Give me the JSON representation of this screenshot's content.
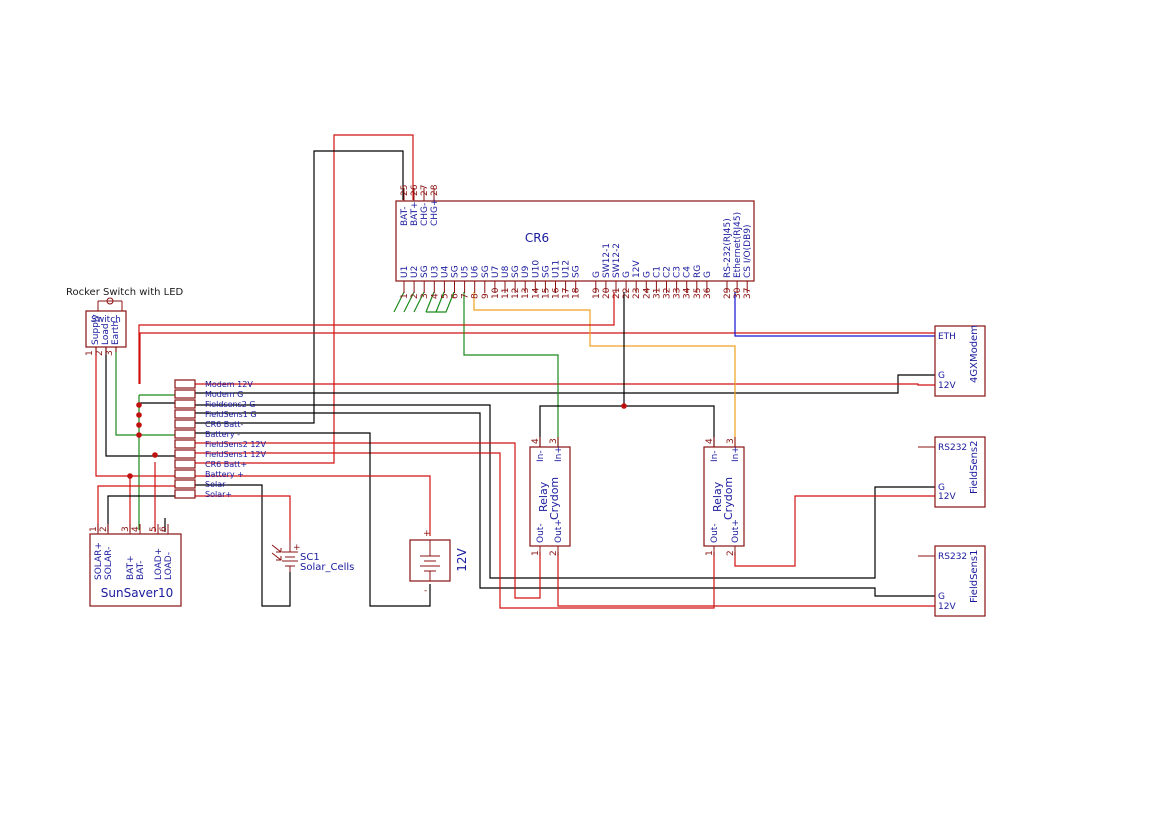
{
  "cr6": {
    "name": "CR6",
    "top_pins": [
      {
        "num": "25",
        "name": "BAT-"
      },
      {
        "num": "26",
        "name": "BAT+"
      },
      {
        "num": "27",
        "name": "CHG-"
      },
      {
        "num": "28",
        "name": "CHG+"
      }
    ],
    "bottom_pins": [
      {
        "num": "1",
        "name": "U1"
      },
      {
        "num": "2",
        "name": "U2"
      },
      {
        "num": "3",
        "name": "SG"
      },
      {
        "num": "4",
        "name": "U3"
      },
      {
        "num": "5",
        "name": "U4"
      },
      {
        "num": "6",
        "name": "SG"
      },
      {
        "num": "7",
        "name": "U5"
      },
      {
        "num": "8",
        "name": "U6"
      },
      {
        "num": "9",
        "name": "SG"
      },
      {
        "num": "10",
        "name": "U7"
      },
      {
        "num": "11",
        "name": "U8"
      },
      {
        "num": "12",
        "name": "SG"
      },
      {
        "num": "13",
        "name": "U9"
      },
      {
        "num": "14",
        "name": "U10"
      },
      {
        "num": "15",
        "name": "SG"
      },
      {
        "num": "16",
        "name": "U11"
      },
      {
        "num": "17",
        "name": "U12"
      },
      {
        "num": "18",
        "name": "SG"
      },
      {
        "num": "19",
        "name": "G"
      },
      {
        "num": "20",
        "name": "SW12-1"
      },
      {
        "num": "21",
        "name": "SW12-2"
      },
      {
        "num": "22",
        "name": "G"
      },
      {
        "num": "23",
        "name": "12V"
      },
      {
        "num": "24",
        "name": "G"
      },
      {
        "num": "31",
        "name": "C1"
      },
      {
        "num": "32",
        "name": "C2"
      },
      {
        "num": "33",
        "name": "C3"
      },
      {
        "num": "34",
        "name": "C4"
      },
      {
        "num": "35",
        "name": "RG"
      },
      {
        "num": "36",
        "name": "G"
      },
      {
        "num": "29",
        "name": "RS-232(RJ45)"
      },
      {
        "num": "30",
        "name": "Ethernet(RJ45)"
      },
      {
        "num": "37",
        "name": "CS I/O(DB9)"
      }
    ]
  },
  "switch": {
    "caption": "Rocker Switch with LED",
    "name": "Switch",
    "pins": [
      {
        "num": "1",
        "name": "Supply"
      },
      {
        "num": "2",
        "name": "Load"
      },
      {
        "num": "3",
        "name": "Earth"
      }
    ]
  },
  "terminal_labels": [
    "Modem 12V",
    "Modem G",
    "Fieldsens2 G",
    "FieldSens1 G",
    "CR6 Batt-",
    "Battery -",
    "FieldSens2 12V",
    "FieldSens1 12V",
    "CR6 Batt+",
    "Battery +",
    "Solar-",
    "Solar+"
  ],
  "sunsaver": {
    "name": "SunSaver10",
    "pins": [
      {
        "num": "1",
        "name": "SOLAR+"
      },
      {
        "num": "2",
        "name": "SOLAR-"
      },
      {
        "num": "3",
        "name": "BAT+"
      },
      {
        "num": "4",
        "name": "BAT-"
      },
      {
        "num": "5",
        "name": "LOAD+"
      },
      {
        "num": "6",
        "name": "LOAD-"
      }
    ]
  },
  "solar": {
    "ref": "SC1",
    "value": "Solar_Cells",
    "plus": "+"
  },
  "battery": {
    "value": "12V",
    "plus": "+",
    "minus": "-"
  },
  "relay1": {
    "name": "Crydom Relay",
    "pins": [
      {
        "num": "4",
        "name": "In-"
      },
      {
        "num": "3",
        "name": "In+"
      },
      {
        "num": "1",
        "name": "Out-"
      },
      {
        "num": "2",
        "name": "Out+"
      }
    ]
  },
  "relay2": {
    "name": "Crydom Relay",
    "pins": [
      {
        "num": "4",
        "name": "In-"
      },
      {
        "num": "3",
        "name": "In+"
      },
      {
        "num": "1",
        "name": "Out-"
      },
      {
        "num": "2",
        "name": "Out+"
      }
    ]
  },
  "modem": {
    "name": "4GXModem",
    "pins": [
      "ETH",
      "G",
      "12V"
    ]
  },
  "fieldsens2": {
    "name": "FieldSens2",
    "pins": [
      "RS232",
      "G",
      "12V"
    ]
  },
  "fieldsens1": {
    "name": "FieldSens1",
    "pins": [
      "RS232",
      "G",
      "12V"
    ]
  },
  "colors": {
    "power_wire": "#d01010",
    "ground_wire": "#000000",
    "signal_wire_green": "#1a8a1a",
    "ethernet_wire": "#1010d0",
    "control_wire_orange": "#f0a020",
    "symbol_outline": "#8a1010",
    "label_text": "#1a1a9e"
  }
}
